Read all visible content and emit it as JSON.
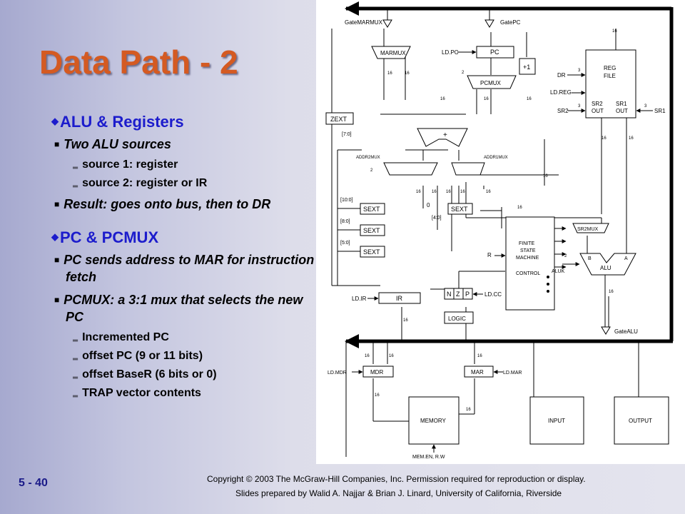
{
  "slide": {
    "title": "Data Path - 2",
    "sections": [
      {
        "heading": "ALU & Registers",
        "items": [
          {
            "text": "Two ALU sources",
            "subitems": [
              "source 1: register",
              "source 2: register or IR"
            ]
          },
          {
            "text": "Result:  goes onto bus, then to DR",
            "subitems": []
          }
        ]
      },
      {
        "heading": "PC & PCMUX",
        "items": [
          {
            "text": "PC sends address to MAR for instruction fetch",
            "subitems": []
          },
          {
            "text": "PCMUX: a 3:1 mux that selects the new PC",
            "subitems": [
              "Incremented PC",
              "offset PC (9 or 11 bits)",
              "offset BaseR (6 bits or 0)",
              "TRAP vector contents"
            ]
          }
        ]
      }
    ],
    "slide_number": "5 - 40",
    "copyright": "Copyright © 2003 The McGraw-Hill Companies, Inc. Permission required for reproduction or display.",
    "credits": "Slides prepared by Walid A. Najjar & Brian J. Linard, University of California, Riverside"
  },
  "diagram": {
    "gate_marmux": "GateMARMUX",
    "gate_pc": "GatePC",
    "marmux": "MARMUX",
    "ld_pc": "LD.PC",
    "pc": "PC",
    "plus_one": "+1",
    "pcmux": "PCMUX",
    "reg_file": [
      "REG",
      "FILE"
    ],
    "dr": "DR",
    "ld_reg": "LD.REG",
    "sr2": "SR2",
    "sr1": "SR1",
    "sr2_out": [
      "SR2",
      "OUT"
    ],
    "sr1_out": [
      "SR1",
      "OUT"
    ],
    "zext": "ZEXT",
    "zext_bits": "[7:0]",
    "plus": "+",
    "addr2mux": "ADDR2MUX",
    "addr1mux": "ADDR1MUX",
    "sext": "SEXT",
    "bits_10_0": "[10:0]",
    "bits_8_0": "[8:0]",
    "bits_5_0": "[5:0]",
    "bits_4_0": "[4:0]",
    "zero": "0",
    "sr2mux": "SR2MUX",
    "fsm": [
      "FINITE",
      "STATE",
      "MACHINE"
    ],
    "control": "CONTROL",
    "r_signal": "R",
    "aluk": "ALUK",
    "alu": "ALU",
    "alu_b": "B",
    "alu_a": "A",
    "ld_ir": "LD.IR",
    "ir": "IR",
    "n": "N",
    "z": "Z",
    "p": "P",
    "ld_cc": "LD.CC",
    "logic": "LOGIC",
    "gate_alu": "GateALU",
    "ld_mdr": "LD.MDR",
    "mdr": "MDR",
    "mar": "MAR",
    "ld_mar": "LD.MAR",
    "memory": "MEMORY",
    "input": "INPUT",
    "output": "OUTPUT",
    "mem_en": "MEM.EN, R.W",
    "w16": "16",
    "w2": "2",
    "w3": "3"
  }
}
